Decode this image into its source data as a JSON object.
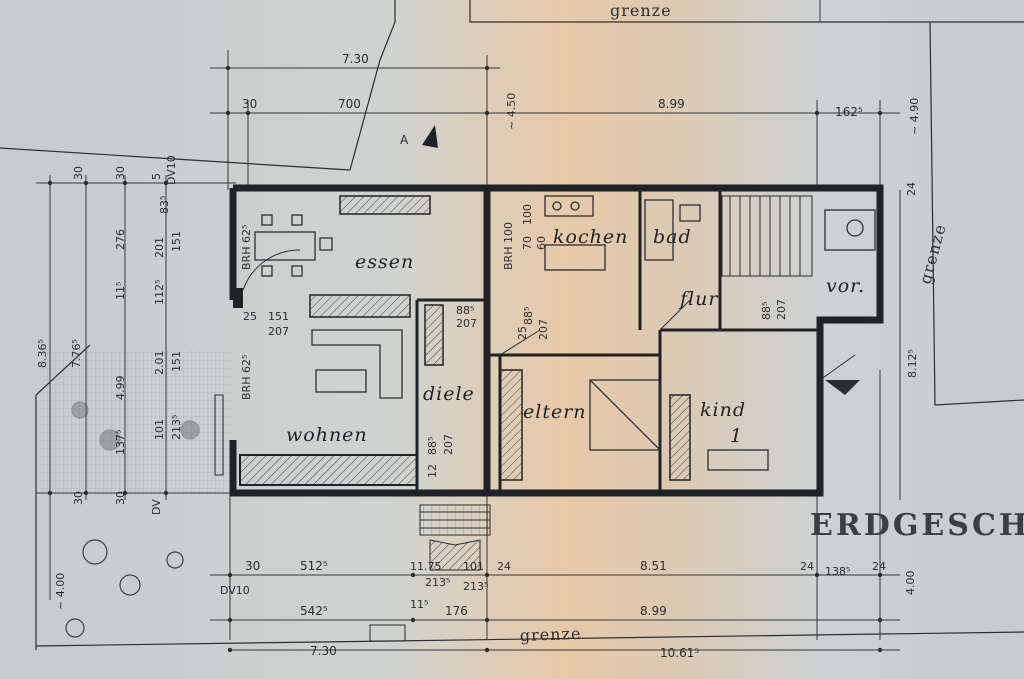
{
  "plan": {
    "floor_label": "ERDGESCH",
    "boundary_label": "grenze",
    "rooms": {
      "essen": "essen",
      "wohnen": "wohnen",
      "diele": "diele",
      "kochen": "kochen",
      "bad": "bad",
      "flur": "flur",
      "eltern": "eltern",
      "kind": "kind",
      "kind_number": "1",
      "vor": "vor."
    },
    "window_labels": {
      "brh62_top": "BRH 62⁵",
      "brh62_bottom": "BRH 62⁵",
      "brh100": "BRH 100",
      "dv10_top": "DV10",
      "dv_left": "DV",
      "dv10_bottom": "DV10"
    },
    "dimensions": {
      "top_730": "7.30",
      "top_30": "30",
      "top_700": "700",
      "top_450": "~ 4.50",
      "top_899": "8.99",
      "top_1625": "162⁵",
      "top_490": "~ 4.90",
      "top_24": "24",
      "left_30a": "30",
      "left_30b": "30",
      "left_5": "5",
      "left_835": "83⁵",
      "left_276": "276",
      "left_201a": "201",
      "left_151a": "151",
      "left_115": "11⁵",
      "left_1125": "112⁵",
      "left_836": "8.36⁵",
      "left_776": "7.76⁵",
      "left_499": "4.99",
      "left_201b": "2.01",
      "left_151b": "151",
      "left_137": "137⁵",
      "left_101": "101",
      "left_2135": "213⁵",
      "left_30c": "30",
      "left_30d": "30",
      "left_400": "~ 4.00",
      "in_151": "151",
      "in_207": "207",
      "in_25": "25",
      "in_885a": "88⁵",
      "in_207b": "207",
      "in_70": "70",
      "in_60": "60",
      "in_100": "100",
      "in_25b": "25",
      "in_885b": "88⁵",
      "in_207c": "207",
      "in_1285": "12",
      "in_885c": "88⁵",
      "in_207d": "207",
      "in_885d": "88⁵",
      "in_207e": "207",
      "right_8125": "8.12⁵",
      "bot_30": "30",
      "bot_5125": "512⁵",
      "bot_1175": "11.75",
      "bot_101": "101",
      "bot_24a": "24",
      "bot_2135a": "213⁵",
      "bot_2135b": "213⁵",
      "bot_851": "8.51",
      "bot_24b": "24",
      "bot_1385": "138⁵",
      "bot_24c": "24",
      "bot_400": "4.00",
      "bot_5425": "542⁵",
      "bot_115": "11⁵",
      "bot_176": "176",
      "bot_899": "8.99",
      "bot_730": "7.30",
      "bot_10615": "10.61⁵"
    },
    "north_arrow_label": "A"
  }
}
